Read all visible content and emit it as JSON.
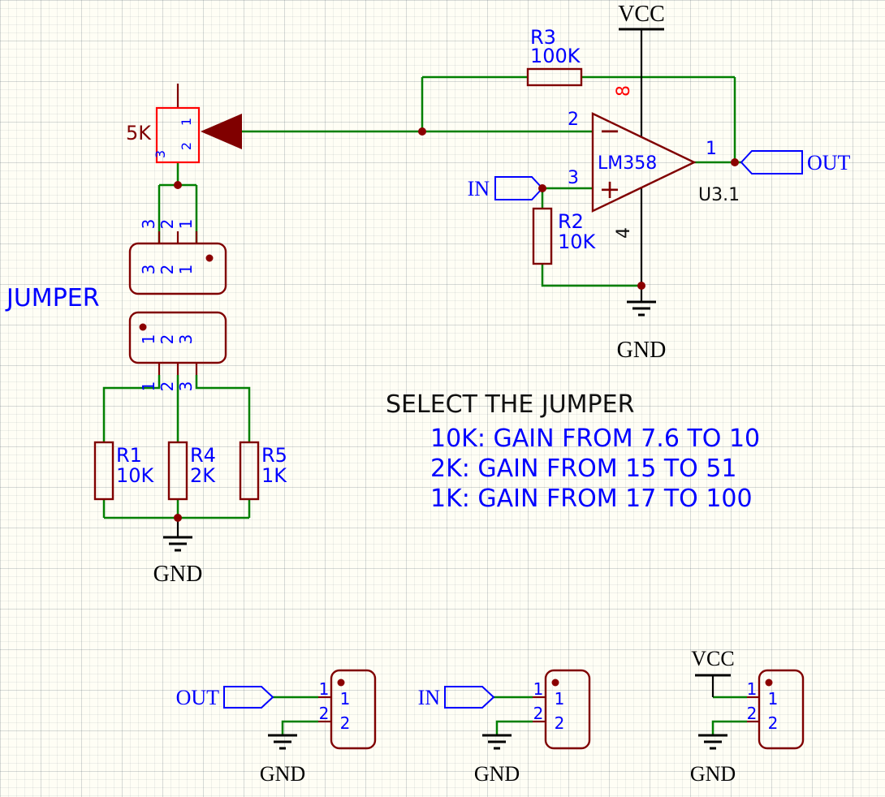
{
  "colors": {
    "wire": "#008000",
    "component": "#800000",
    "label": "#0000FF",
    "power_text": "#000000",
    "pot_highlight": "#FF0000",
    "pin8_highlight": "#FF0000",
    "background": "#FFFEF5"
  },
  "nets": {
    "vcc": "VCC",
    "gnd": "GND",
    "in": "IN",
    "out": "OUT"
  },
  "opamp": {
    "part": "LM358",
    "designator": "U3.1",
    "minus": "−",
    "plus": "+",
    "pin_inverting": "2",
    "pin_noninverting": "3",
    "pin_output": "1",
    "pin_vplus": "8",
    "pin_vminus": "4"
  },
  "potentiometer": {
    "value": "5K",
    "pin1": "1",
    "pin2": "2",
    "pin3": "3"
  },
  "resistors": {
    "r1": {
      "ref": "R1",
      "value": "10K"
    },
    "r2": {
      "ref": "R2",
      "value": "10K"
    },
    "r3": {
      "ref": "R3",
      "value": "100K"
    },
    "r4": {
      "ref": "R4",
      "value": "2K"
    },
    "r5": {
      "ref": "R5",
      "value": "1K"
    }
  },
  "jumper": {
    "label": "JUMPER",
    "header_top": {
      "pins": [
        "3",
        "2",
        "1"
      ]
    },
    "header_bottom": {
      "pins": [
        "1",
        "2",
        "3"
      ]
    }
  },
  "connectors": {
    "out": {
      "net": "OUT",
      "pin1": "1",
      "pin2": "2"
    },
    "in": {
      "net": "IN",
      "pin1": "1",
      "pin2": "2"
    },
    "vcc": {
      "net": "VCC",
      "pin1": "1",
      "pin2": "2"
    }
  },
  "notes": {
    "title": "SELECT THE JUMPER",
    "lines": [
      "10K: GAIN FROM 7.6 TO 10",
      "2K: GAIN FROM 15 TO 51",
      "1K: GAIN FROM 17 TO 100"
    ]
  }
}
